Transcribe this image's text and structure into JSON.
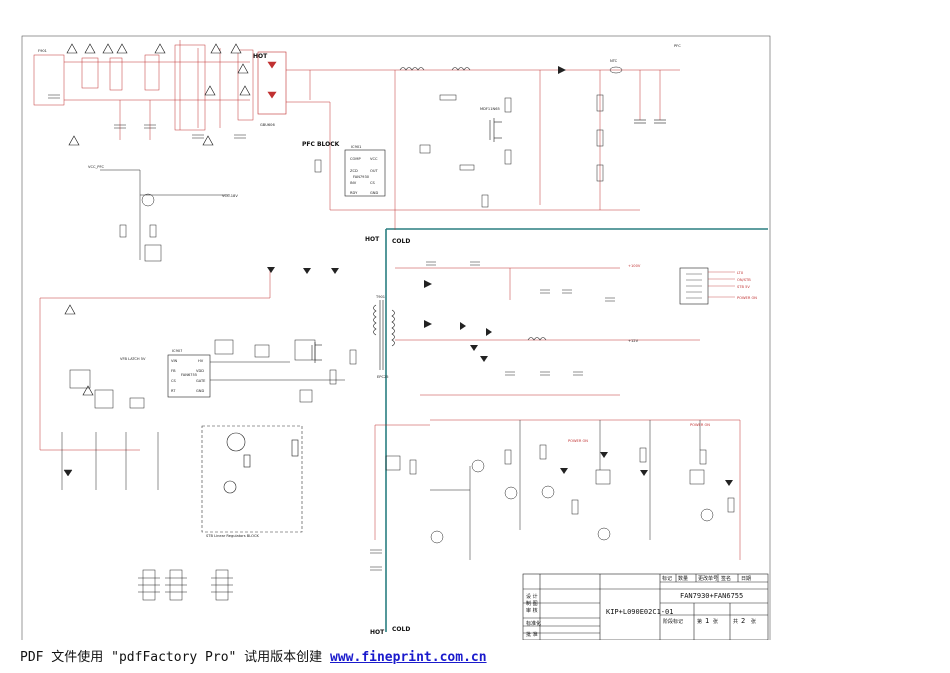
{
  "sheet": {
    "labels": {
      "hot_top": "HOT",
      "hot_mid": "HOT",
      "cold_mid": "COLD",
      "hot_bottom": "HOT",
      "cold_bottom": "COLD",
      "pfc_block": "PFC BLOCK",
      "stb_block": "STB Linear Regulators BLOCK",
      "vcc_pfc": "VCC_PFC",
      "vcc_18v": "VCC-18V",
      "v100": "+100V",
      "v12": "+12V",
      "ltx": "LTX",
      "on_stb": "ON/STB",
      "stb5v": "STB 5V",
      "power_on": "POWER ON",
      "pfc": "PFC",
      "vfb_label": "VFB LATCH 5V",
      "ic_pfc": "FAN7930",
      "ic_pwm": "FAN6755",
      "mosfet": "MDF11N65",
      "bridge": "GBU606",
      "transformer": "EPC25",
      "xfmr": "T901",
      "fuse": "F901",
      "vr": "NTC"
    },
    "title_block": {
      "model": "FAN7930+FAN6755",
      "part": "KIP+L090E02C1-01",
      "h_mark": "标记",
      "h_count": "数量",
      "h_doc": "更改单号",
      "h_sign": "签名",
      "h_date": "日期",
      "row_design": "设 计",
      "row_draw": "制 图",
      "row_check": "审 核",
      "row_std": "标准化",
      "row_approve": "批 准",
      "stage": "阶段标记",
      "sheet_word": "第",
      "sheet_no": "1",
      "sheet_unit": "张",
      "total_word": "共",
      "total_no": "2",
      "total_unit": "张"
    }
  },
  "footer": {
    "text": "PDF 文件使用 \"pdfFactory Pro\" 试用版本创建 ",
    "link": "www.fineprint.com.cn"
  }
}
